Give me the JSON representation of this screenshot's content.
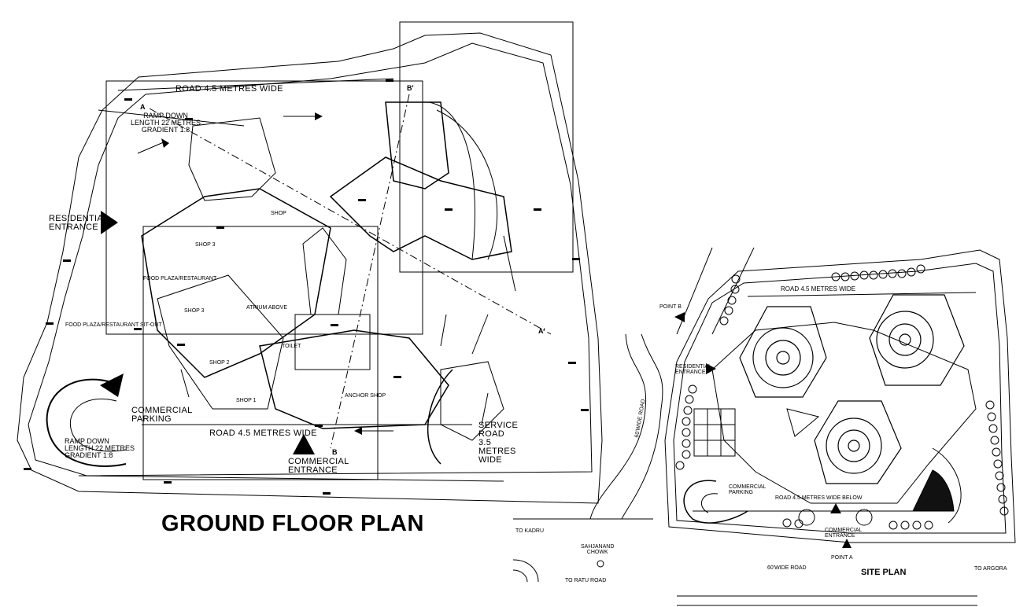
{
  "ground_floor": {
    "title": "GROUND FLOOR PLAN",
    "road_top": "ROAD 4.5 METRES WIDE",
    "road_bottom": "ROAD 4.5 METRES WIDE",
    "ramp_top": "RAMP DOWN\nLENGTH 22 METRES\nGRADIENT 1:8",
    "ramp_bottom": "RAMP DOWN\nLENGTH 22 METRES\nGRADIENT 1:8",
    "residential_entrance": "RESIDENTIAL\nENTRANCE",
    "commercial_parking": "COMMERCIAL\nPARKING",
    "commercial_entrance": "COMMERCIAL\nENTRANCE",
    "service_road": "SERVICE\nROAD\n3.5\nMETRES\nWIDE",
    "section_a": "A",
    "section_a_prime": "A'",
    "section_b": "B",
    "section_b_prime": "B'",
    "food_plaza": "FOOD PLAZA/RESTAURANT",
    "food_plaza_sitout": "FOOD PLAZA/RESTAURANT SIT-OUT",
    "shop_1": "SHOP 1",
    "shop_2": "SHOP 2",
    "shop_3": "SHOP 3",
    "shop_3b": "SHOP 3",
    "shop_4": "SHOP",
    "anchor_shop": "ANCHOR SHOP",
    "atrium": "ATRIUM ABOVE",
    "toilet": "TOILET"
  },
  "site_plan": {
    "title": "SITE PLAN",
    "road_top": "ROAD 4.5 METRES WIDE",
    "road_bottom": "ROAD 4.5 METRES WIDE BELOW",
    "residential_entrance": "RESIDENTIAL\nENTRANCE",
    "commercial_parking": "COMMERCIAL\nPARKING",
    "commercial_entrance": "COMMERCIAL\nENTRANCE",
    "point_a": "POINT A",
    "point_b": "POINT B",
    "wide_road_vertical": "60'WIDE ROAD",
    "wide_road_bottom": "60'WIDE ROAD",
    "to_argora": "TO ARGORA"
  },
  "context": {
    "to_kadru": "TO KADRU",
    "sahjanand_chowk": "SAHJANAND\nCHOWK",
    "to_ratu_road": "TO RATU ROAD"
  }
}
